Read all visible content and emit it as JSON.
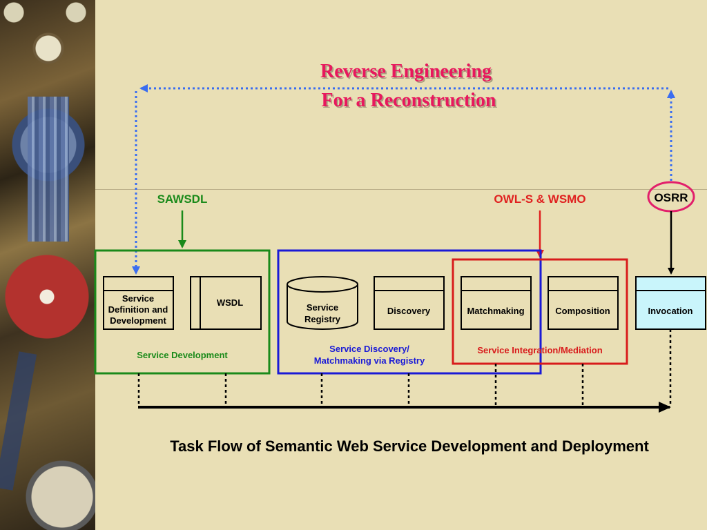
{
  "title": {
    "line1": "Reverse Engineering",
    "line2": "For a Reconstruction"
  },
  "standards": {
    "sawsdl": "SAWSDL",
    "owls_wsmo": "OWL-S & WSMO",
    "osrr": "OSRR"
  },
  "boxes": {
    "service_definition": [
      "Service",
      "Definition and",
      "Development"
    ],
    "wsdl": "WSDL",
    "service_registry": [
      "Service",
      "Registry"
    ],
    "discovery": "Discovery",
    "matchmaking": "Matchmaking",
    "composition": "Composition",
    "invocation": "Invocation"
  },
  "groups": {
    "development": "Service Development",
    "discovery": [
      "Service Discovery/",
      "Matchmaking via Registry"
    ],
    "integration": "Service Integration/Mediation"
  },
  "caption": "Task Flow of Semantic Web Service Development and Deployment",
  "colors": {
    "development": "#1a8a1a",
    "discovery": "#1a1ad6",
    "integration": "#d81b1b",
    "standard_owls": "#e0201f",
    "title": "#e8175d",
    "feedback_arrow": "#3a6df0",
    "invocation_fill": "#c9f5fb",
    "osrr_ellipse": "#e21f6b"
  }
}
